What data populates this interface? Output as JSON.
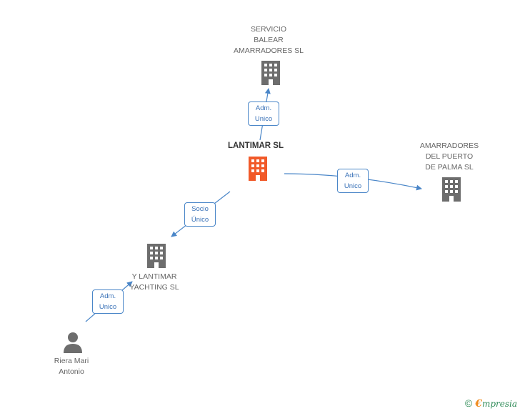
{
  "nodes": {
    "servicio": {
      "label": "SERVICIO\nBALEAR\nAMARRADORES SL",
      "type": "company"
    },
    "lantimar": {
      "label": "LANTIMAR SL",
      "type": "company-main"
    },
    "puerto": {
      "label": "AMARRADORES\nDEL PUERTO\nDE PALMA SL",
      "type": "company"
    },
    "ylantimar": {
      "label": "Y LANTIMAR\nYACHTING SL",
      "type": "company"
    },
    "riera": {
      "label": "Riera Mari\nAntonio",
      "type": "person"
    }
  },
  "edges": {
    "to_servicio": {
      "label": "Adm.\nUnico"
    },
    "to_puerto": {
      "label": "Adm.\nUnico"
    },
    "to_ylantimar": {
      "label": "Socio\nÚnico"
    },
    "riera_to_ylantimar": {
      "label": "Adm.\nUnico"
    }
  },
  "colors": {
    "main_node": "#f15a29",
    "node": "#6d6d6d",
    "edge": "#4a86c8"
  },
  "footer": {
    "copyright": "©",
    "brand_initial": "€",
    "brand_rest": "mpresia"
  }
}
